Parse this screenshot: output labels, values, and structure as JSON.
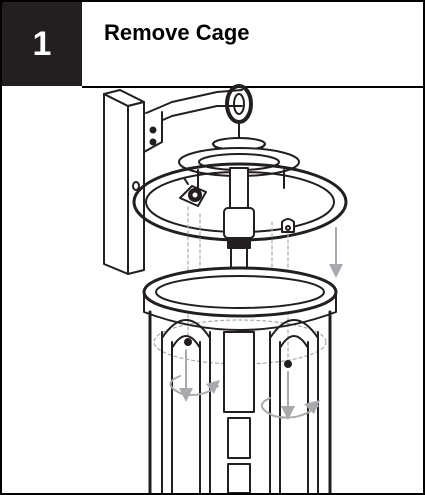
{
  "step": {
    "number": "1",
    "title": "Remove Cage"
  },
  "illustration": {
    "subject": "wall-lantern-cage-removal",
    "stroke_color": "#231f20",
    "arrow_color": "#a7a9ac",
    "background": "#ffffff"
  }
}
